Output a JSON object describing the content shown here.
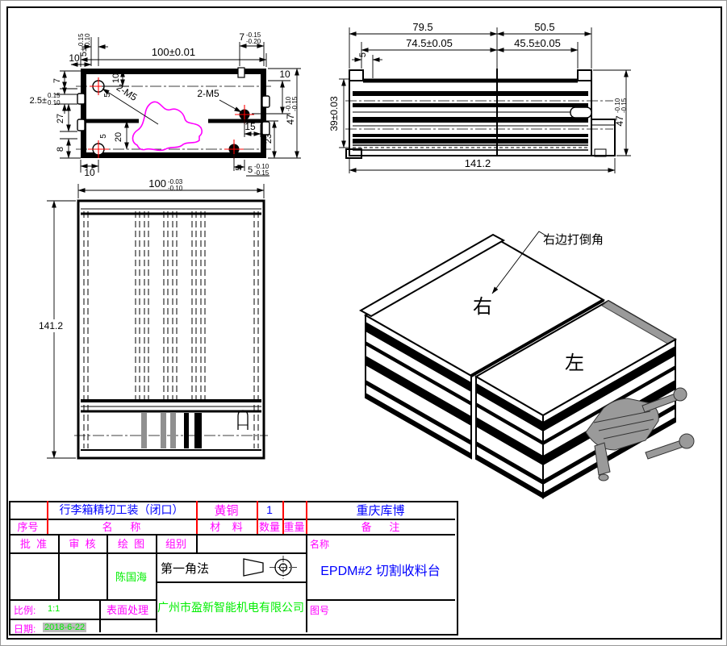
{
  "colors": {
    "accent_blue": "#0000ff",
    "label_magenta": "#ff00ff",
    "value_green": "#00ee00",
    "hole_red": "#ff0000",
    "profile_magenta": "#ff00ff",
    "highlight_gray": "#bdbdbd"
  },
  "section_view": {
    "d10_top": "10",
    "d5_main": "5±",
    "d5_up": "0.15",
    "d5_dn": "0.10",
    "d10_vert": "10",
    "d100": "100±0.01",
    "d7r_main": "7",
    "d7r_up": "-0.15",
    "d7r_dn": "-0.20",
    "d10_right": "10",
    "d7_left": "7",
    "d25_main": "2.5±",
    "d25_up": "0.15",
    "d25_dn": "0.10",
    "d27": "27",
    "d8": "8",
    "d10_bottom": "10",
    "d20": "20",
    "d5_hole_a": "5",
    "d5_hole_b": "5",
    "d5_hole_c": "5",
    "m5_left": "2-M5",
    "m5_right": "2-M5",
    "d15": "15",
    "d23": "23",
    "d47_main": "47",
    "d47_up": "-0.10",
    "d47_dn": "-0.15",
    "d5br_main": "5",
    "d5br_up": "-0.10",
    "d5br_dn": "-0.15"
  },
  "side_view": {
    "d795": "79.5",
    "d505": "50.5",
    "d5": "5",
    "d745": "74.5±0.05",
    "d455": "45.5±0.05",
    "d39": "39±0.03",
    "d47_main": "47",
    "d47_up": "-0.10",
    "d47_dn": "-0.15",
    "d1412": "141.2"
  },
  "top_view": {
    "d100_main": "100",
    "d100_up": "-0.03",
    "d100_dn": "-0.10",
    "d1412": "141.2"
  },
  "iso_view": {
    "chamfer_note": "右边打倒角",
    "right_label": "右",
    "left_label": "左"
  },
  "title_block": {
    "row1": {
      "name": "行李箱精切工装（闭口）",
      "material": "黄铜",
      "qty": "1",
      "weight": "",
      "remark": "重庆库博"
    },
    "headers": {
      "no": "序号",
      "name": "名      称",
      "material": "材    料",
      "qty": "数量",
      "weight": "重量",
      "remark": "备      注"
    },
    "labels": {
      "approve": "批  准",
      "review": "审  核",
      "draft": "绘  图",
      "group": "组别",
      "name": "名称",
      "scale": "比例:",
      "surface": "表面处理",
      "drawing_no": "图号",
      "date": "日期:"
    },
    "values": {
      "drafter": "陈国海",
      "projection": "第一角法",
      "part_name": "EPDM#2 切割收料台",
      "scale": "1:1",
      "company": "广州市盈新智能机电有限公司",
      "date": "2018-6-22"
    }
  }
}
